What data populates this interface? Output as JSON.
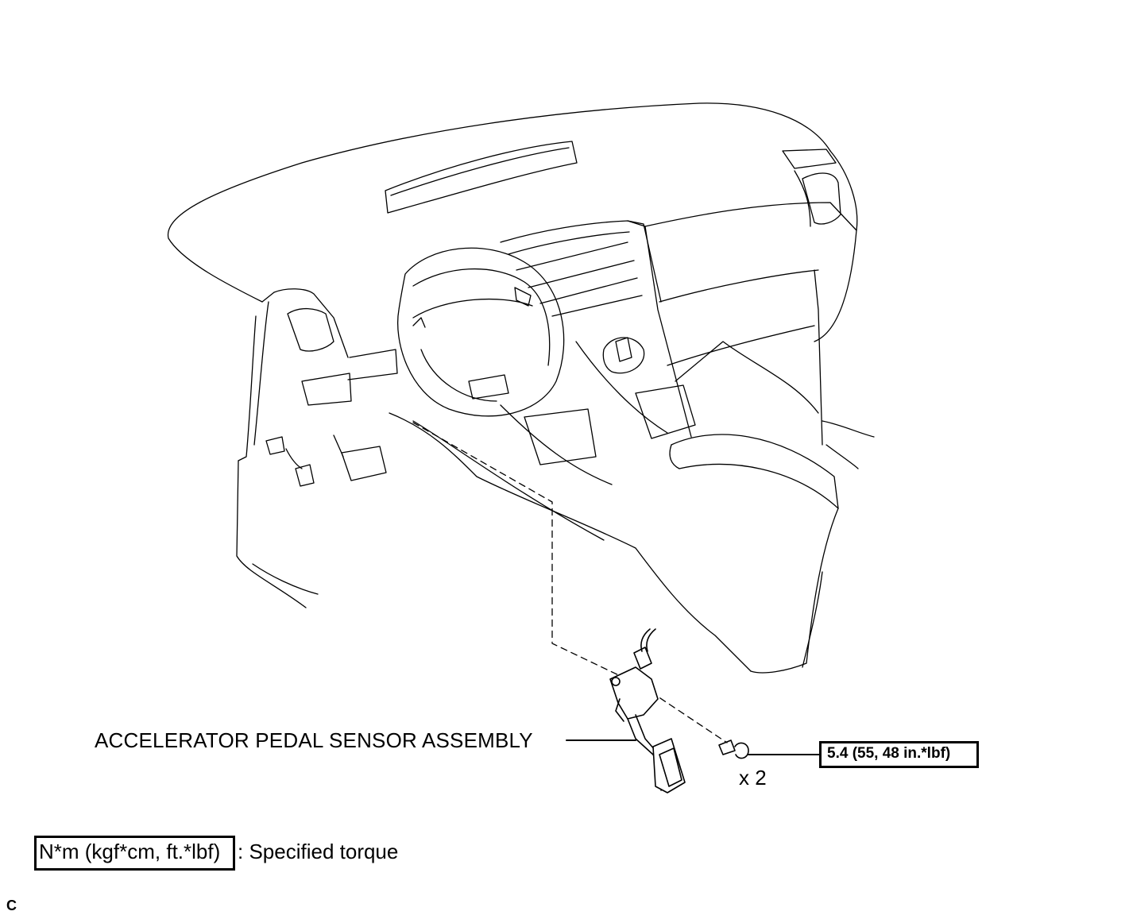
{
  "labels": {
    "part_name": "ACCELERATOR PEDAL SENSOR ASSEMBLY",
    "torque_value": "5.4 (55, 48 in.*lbf)",
    "quantity": "x 2"
  },
  "legend": {
    "unit": "N*m (kgf*cm, ft.*lbf)",
    "description": ": Specified torque"
  },
  "corner_mark": "C"
}
